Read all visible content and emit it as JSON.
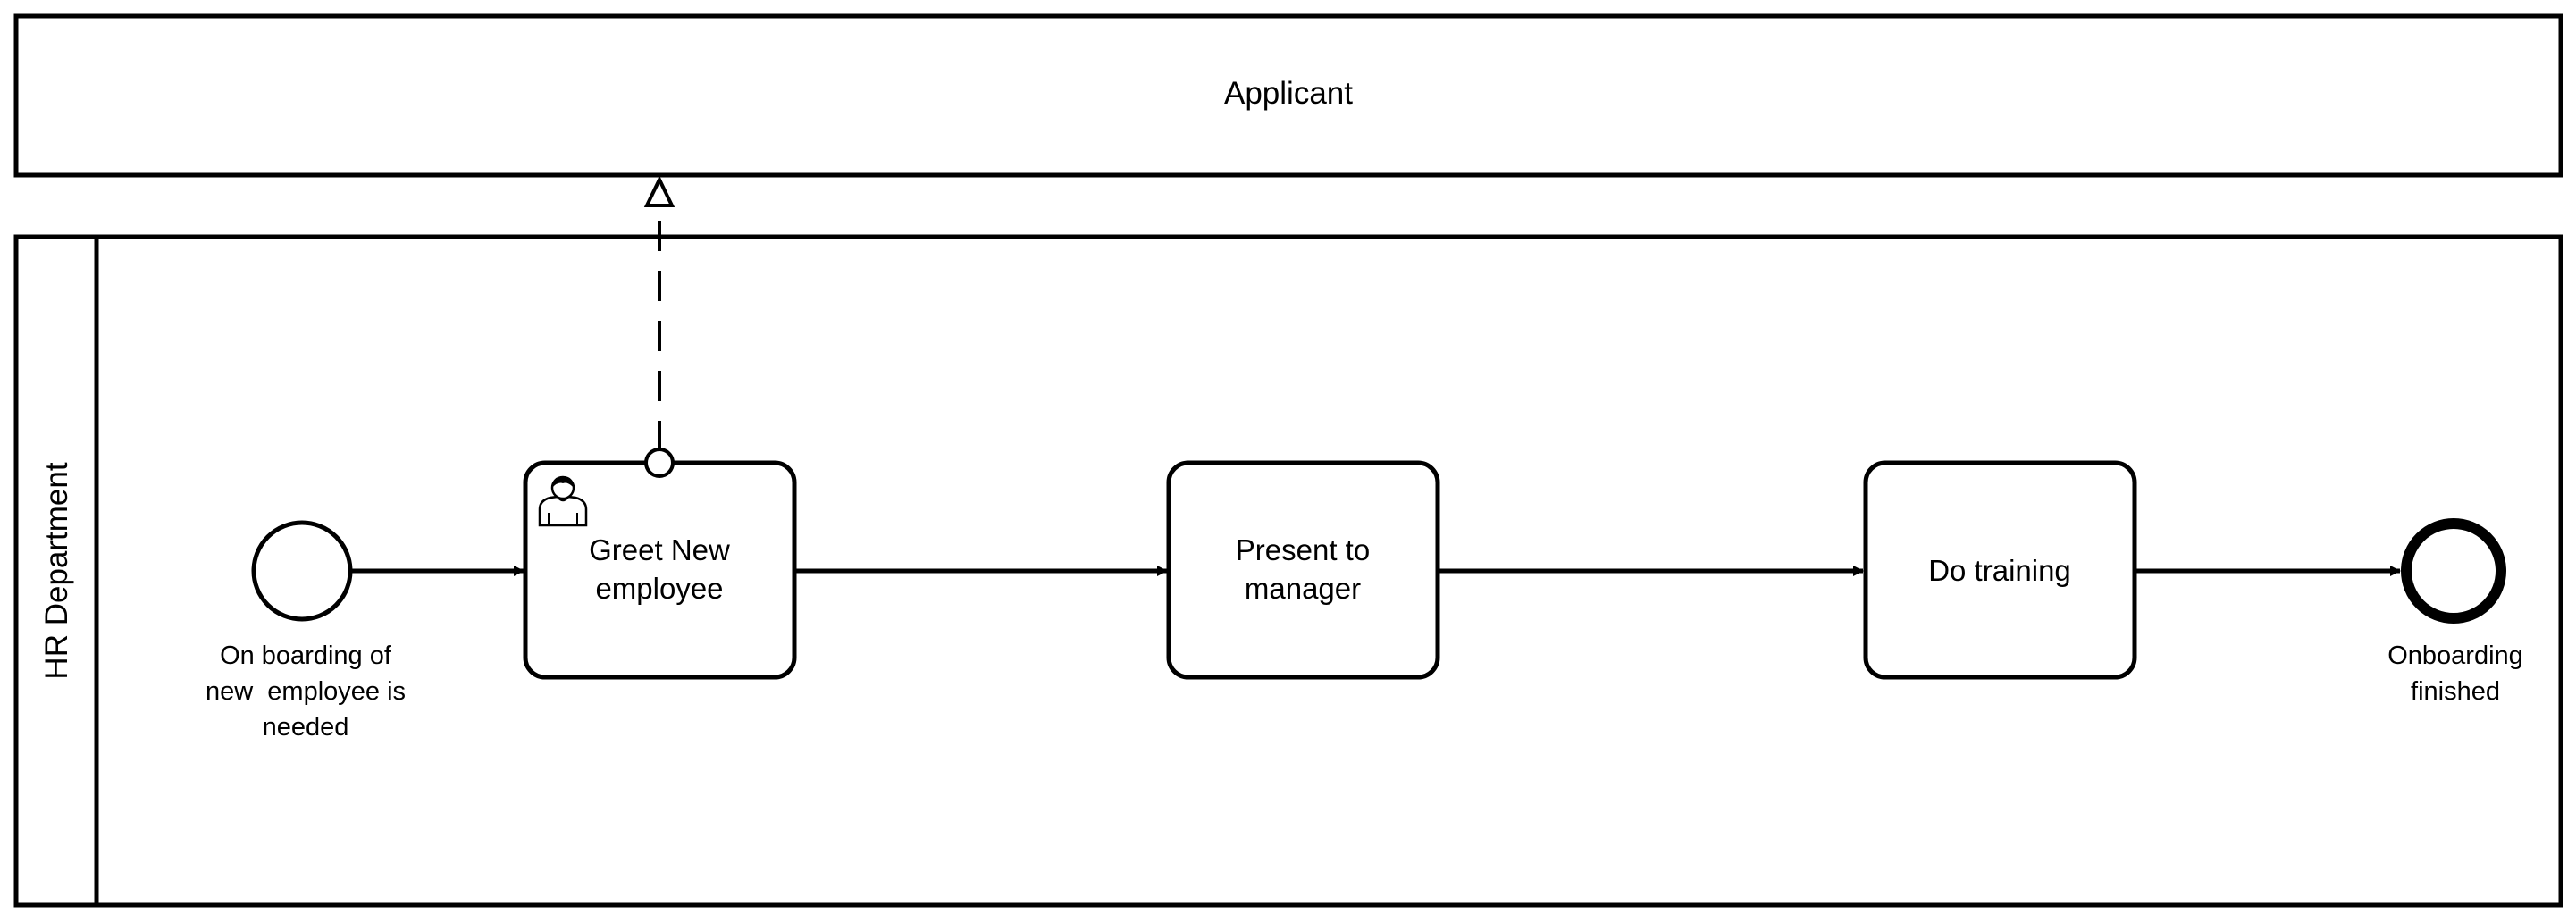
{
  "diagram": {
    "pools": {
      "applicant": {
        "label": "Applicant"
      },
      "hr": {
        "label": "HR Department"
      }
    },
    "events": {
      "start": {
        "label_lines": [
          "On boarding of",
          "new  employee is",
          "needed"
        ]
      },
      "end": {
        "label_lines": [
          "Onboarding",
          "finished"
        ]
      }
    },
    "tasks": [
      {
        "label_lines": [
          "Greet New",
          "employee"
        ],
        "type": "user-task",
        "icon": "user-icon"
      },
      {
        "label_lines": [
          "Present to",
          "manager"
        ],
        "type": "task"
      },
      {
        "label_lines": [
          "Do training"
        ],
        "type": "task"
      }
    ],
    "flows": [
      {
        "from": "start",
        "to": "Greet New employee",
        "kind": "sequence"
      },
      {
        "from": "Greet New employee",
        "to": "Present to manager",
        "kind": "sequence"
      },
      {
        "from": "Present to manager",
        "to": "Do training",
        "kind": "sequence"
      },
      {
        "from": "Do training",
        "to": "end",
        "kind": "sequence"
      },
      {
        "from": "Greet New employee",
        "to": "Applicant",
        "kind": "message"
      }
    ],
    "colors": {
      "stroke": "#000000",
      "fill": "#ffffff"
    }
  }
}
